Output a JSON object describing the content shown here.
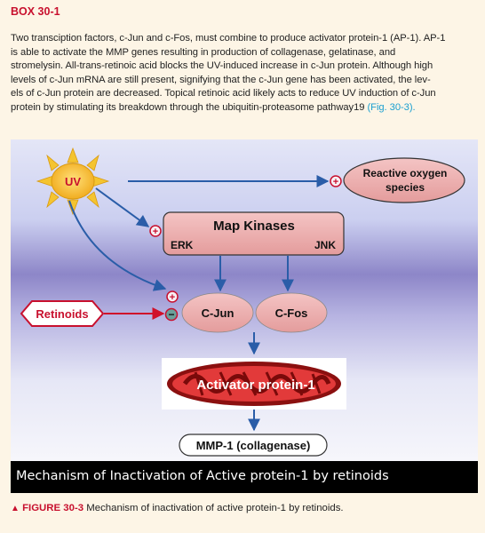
{
  "box": {
    "title": "BOX 30-1",
    "para_lines": [
      "Two transciption factors, c-Jun and c-Fos, must combine to produce activator protein-1 (AP-1). AP-1",
      "is able to activate the MMP genes resulting in production of collagenase, gelatinase, and",
      "stromelysin. All-trans-retinoic acid blocks the UV-induced increase in c-Jun protein. Although high",
      "levels of c-Jun mRNA are still present, signifying that the c-Jun gene has been activated, the lev-",
      "els of c-Jun protein are decreased. Topical retinoic acid likely acts to reduce UV induction of c-Jun",
      "protein by stimulating its breakdown through the ubiquitin-proteasome pathway19"
    ],
    "figure_ref": "(Fig. 30-3)."
  },
  "figure": {
    "uv_label": "UV",
    "ros_label_line1": "Reactive oxygen",
    "ros_label_line2": "species",
    "map_kinases_label": "Map Kinases",
    "erk_label": "ERK",
    "jnk_label": "JNK",
    "retinoids_label": "Retinoids",
    "cjun_label": "C-Jun",
    "cfos_label": "C-Fos",
    "activator_label": "Activator protein-1",
    "mmp_label": "MMP-1 (collagenase)",
    "plus_symbol": "+",
    "minus_symbol": "−",
    "banner_text": "Mechanism of Inactivation of Active protein-1 by retinoids"
  },
  "caption": {
    "marker": "▲",
    "label": "FIGURE 30-3",
    "text": "Mechanism of inactivation of active protein-1 by retinoids."
  },
  "colors": {
    "accent_red": "#c8102e",
    "link_blue": "#1a9fd0",
    "node_pink": "#e8a8a8",
    "arrow_blue": "#2a5da8",
    "sun_yellow": "#f4c430"
  }
}
